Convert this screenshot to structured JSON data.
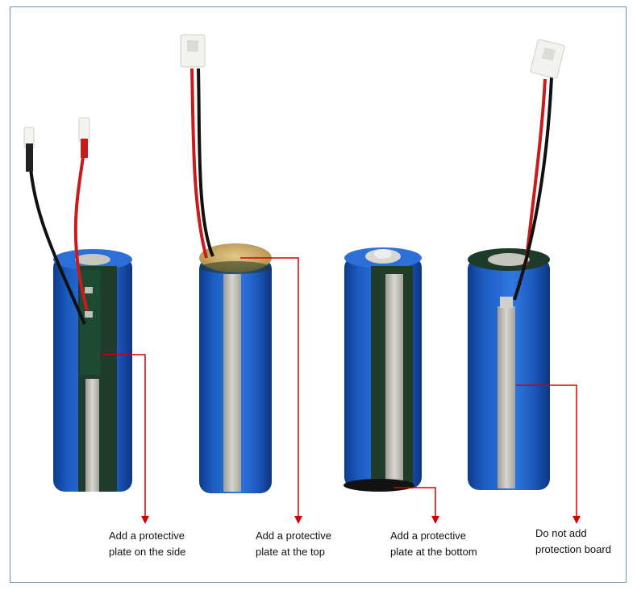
{
  "captions": [
    {
      "line1": "Add a protective",
      "line2": "plate on the side"
    },
    {
      "line1": "Add a protective",
      "line2": "plate at the top"
    },
    {
      "line1": "Add a protective",
      "line2": "plate at the bottom"
    },
    {
      "line1": "Do not add",
      "line2": "protection board"
    }
  ],
  "colors": {
    "battery_blue": "#1f63c9",
    "battery_dark": "#0f3f93",
    "nickel_strip": "#bdbdb6",
    "pcb_green": "#20402d",
    "wire_red": "#c81c1c",
    "wire_black": "#111111",
    "leader_line": "#d40000",
    "frame_border": "#6f8fb3"
  }
}
